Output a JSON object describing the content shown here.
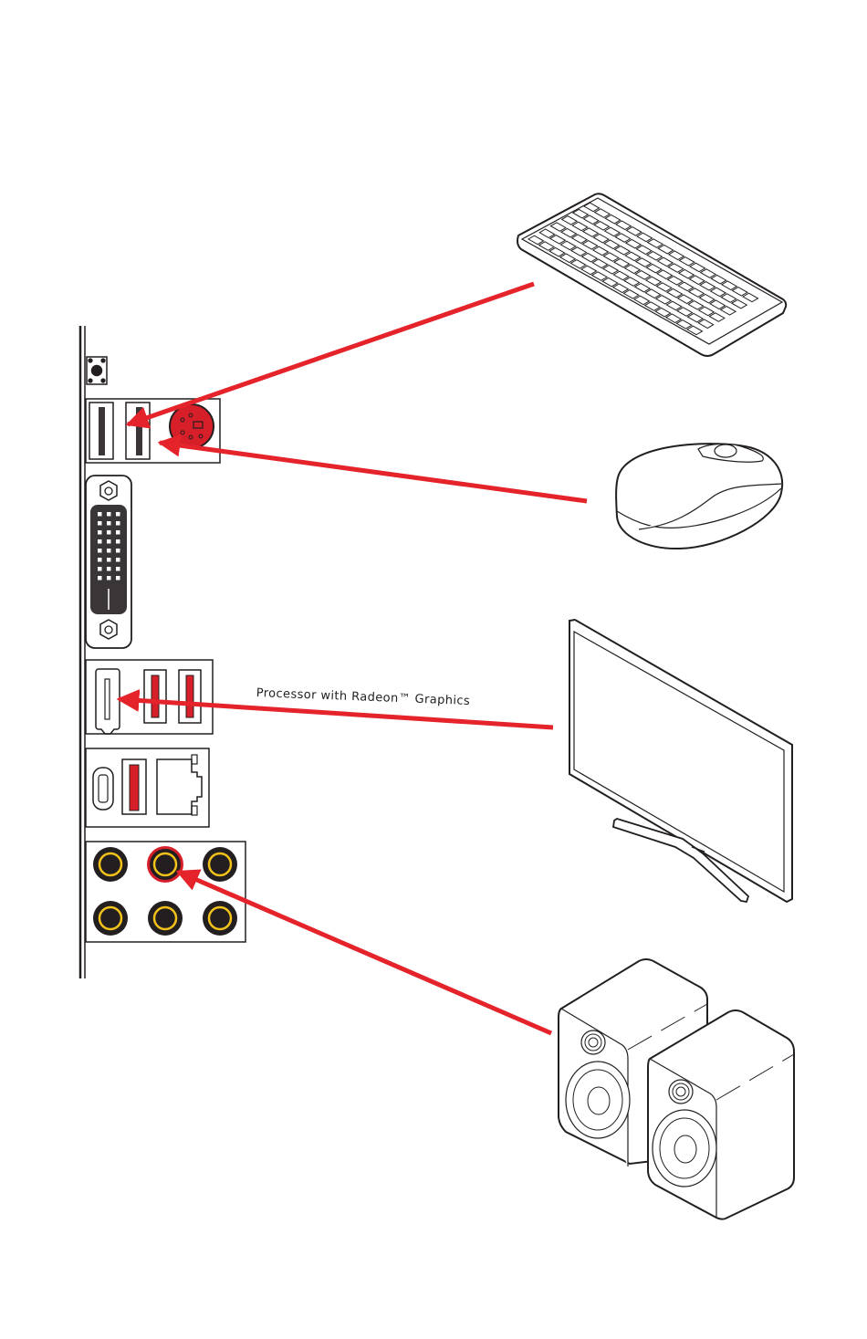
{
  "diagram": {
    "title": "Rear I/O panel peripheral connections",
    "label_display": "Processor with Radeon™ Graphics",
    "colors": {
      "arrow": "#e5232b",
      "outline": "#231f20",
      "port_dark": "#3a3536",
      "port_red": "#d71f2a",
      "audio_ring": "#f2c21b"
    },
    "io_panel": {
      "ports": [
        "Clear CMOS button",
        "USB 2.0 port",
        "USB 2.0 port",
        "PS/2 combo port",
        "DVI-D port",
        "HDMI port",
        "USB 3.2 Gen1 port",
        "USB 3.2 Gen1 port",
        "USB Type-C port",
        "USB 3.2 Gen1 port",
        "LAN port",
        "Audio jacks (6)"
      ]
    },
    "devices": [
      {
        "name": "Keyboard",
        "connects_to": "USB 2.0 port"
      },
      {
        "name": "Mouse",
        "connects_to": "USB 2.0 port"
      },
      {
        "name": "Monitor",
        "connects_to": "HDMI port"
      },
      {
        "name": "Speakers",
        "connects_to": "Line-out audio jack"
      }
    ]
  }
}
